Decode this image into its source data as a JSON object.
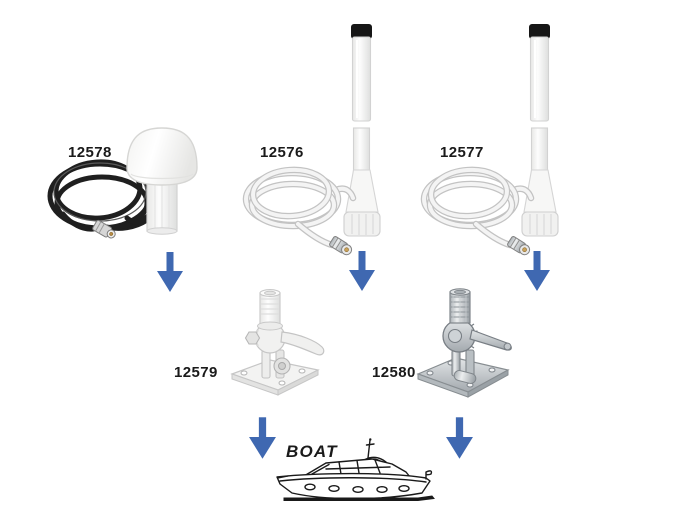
{
  "page": {
    "background": "#ffffff"
  },
  "colors": {
    "arrow_blue": "#3F68B1",
    "label_color": "#1A1A1A"
  },
  "products": [
    {
      "number": "12578",
      "depicts": "gps-antenna-dome-with-black-coiled-cable"
    },
    {
      "number": "12576",
      "depicts": "white-marine-whip-antenna-with-white-coiled-cable"
    },
    {
      "number": "12577",
      "depicts": "white-marine-whip-antenna-with-white-coiled-cable"
    },
    {
      "number": "12579",
      "depicts": "white-nylon-ratchet-antenna-mount"
    },
    {
      "number": "12580",
      "depicts": "stainless-steel-ratchet-antenna-mount"
    }
  ],
  "boat": {
    "label": "BOAT",
    "depicts": "motor-yacht-line-drawing"
  },
  "arrows": {
    "direction": "down",
    "count": 5
  }
}
